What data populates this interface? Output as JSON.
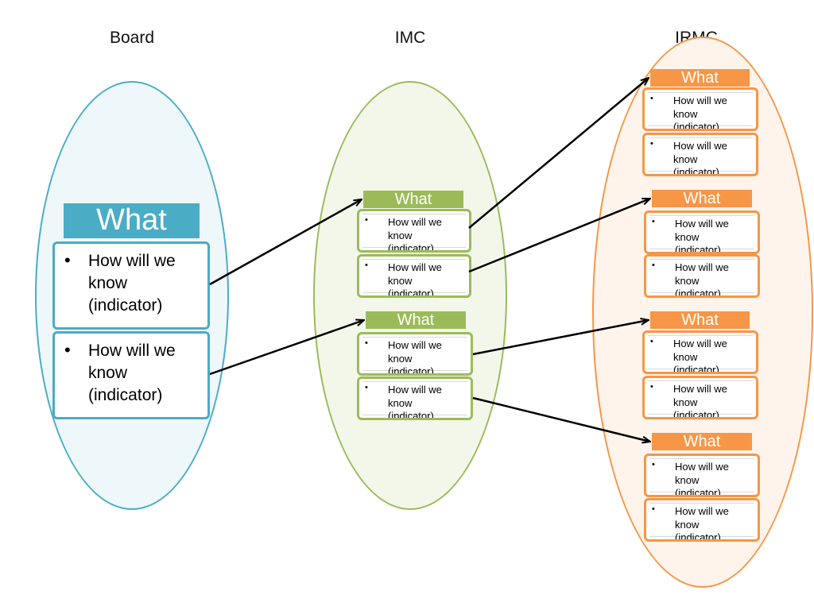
{
  "columns": {
    "board": "Board",
    "imc": "IMC",
    "irmc": "IRMC"
  },
  "labels": {
    "what": "What",
    "indicator_line1": "How will we",
    "indicator_line2": "know",
    "indicator_line3": "(indicator)",
    "bullet": "•"
  },
  "colors": {
    "board": "#4bacc6",
    "imc": "#9bbb59",
    "irmc": "#f79646",
    "arrow": "#000000"
  }
}
